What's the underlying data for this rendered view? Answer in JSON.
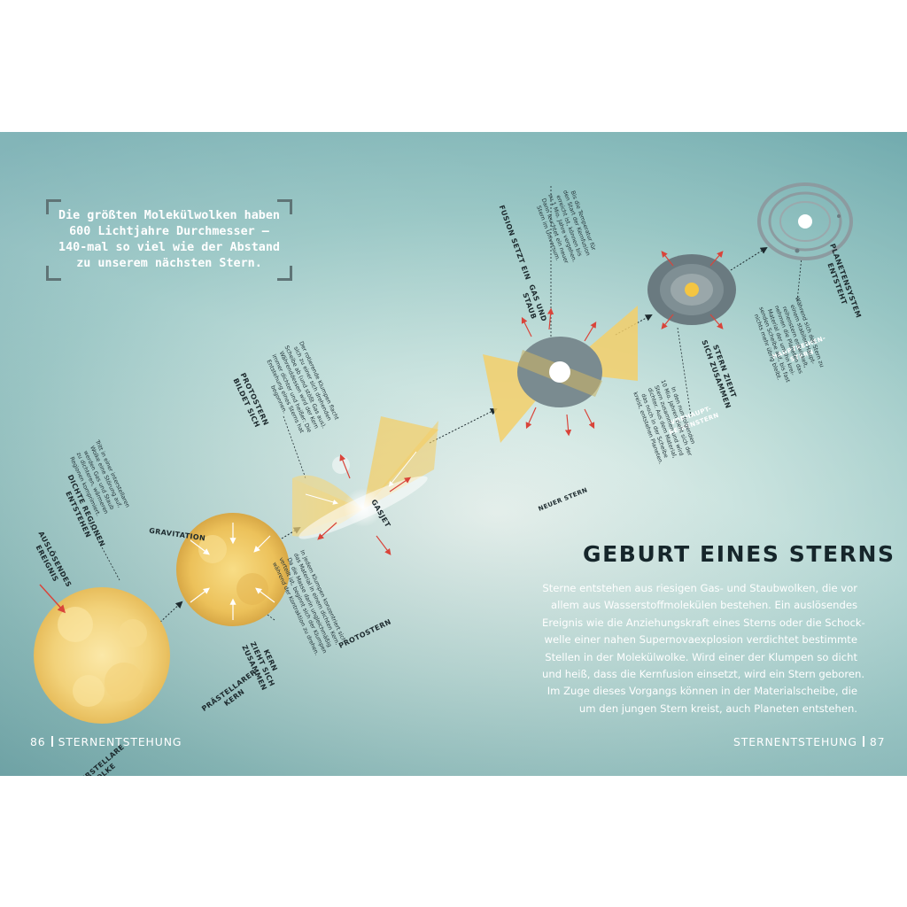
{
  "fact_box": "Die größten Molekülwolken haben\n600 Lichtjahre Durchmesser –\n140-mal so viel wie der Abstand\nzu unserem nächsten Stern.",
  "title": "GEBURT EINES STERNS",
  "body_lines": [
    "Sterne entstehen aus riesigen Gas- und Staubwolken, die vor",
    "allem aus Wasserstoffmolekülen bestehen. Ein auslösendes",
    "Ereignis wie die Anziehungskraft eines Sterns oder die Schock-",
    "welle einer nahen Supernovaexplosion verdichtet bestimmte",
    "Stellen in der Molekülwolke. Wird einer der Klumpen so dicht",
    "und heiß, dass die Kernfusion einsetzt, wird ein Stern geboren.",
    "Im Zuge dieses Vorgangs können in der Materialscheibe, die",
    "um den jungen Stern kreist, auch Planeten entstehen."
  ],
  "footer_left": {
    "page": "86",
    "section": "STERNENTSTEHUNG"
  },
  "footer_right": {
    "page": "87",
    "section": "STERNENTSTEHUNG"
  },
  "stage_labels": {
    "interstellare_wolke": "INTERSTELLARE\nWOLKE",
    "praestellarer_kern": "PRÄSTELLARER\nKERN",
    "protostern": "PROTOSTERN",
    "neuer_stern": "NEUER STERN",
    "vorhaupt": "VORHAUPT-\nREIHENSTERN",
    "hauptreihe": "HAUPTREIHEN-\nSTERN"
  },
  "callouts": {
    "ausloesendes": "AUSLÖSENDES\nEREIGNIS",
    "dichte_regionen": "DICHTE REGIONEN\nENTSTEHEN",
    "gravitation": "GRAVITATION",
    "kern_zieht": "KERN\nZIEHT SICH\nZUSAMMEN",
    "protostern_bildet": "PROTOSTERN\nBILDET SICH",
    "gasjet": "GASJET",
    "gas_und_staub": "GAS UND\nSTAUB",
    "fusion": "FUSION SETZT EIN",
    "stern_zieht": "STERN ZIEHT\nSICH ZUSAMMEN",
    "planetensystem": "PLANETENSYSTEM\nENTSTEHT"
  },
  "notes": {
    "dichte": "Tritt in einer interstellaren\nWolke eine Störung auf,\nwerden Gas und Staub\nzu dichteren, wärmeren\nRegionen komprimiert.",
    "kern": "In jedem Klumpen konzentriert sich\ndas Material in einem dichten Kern.\nDa die Masse darin ungleichmäßig\nverteilt ist, beginnt sich der Klumpen\nwährend der Kontraktion zu drehen.",
    "protostern": "Der rotierende Klumpen flacht\nsich zu einer sich drehenden\nScheibe ab (und stößt Gas aus).\nWährenddessen wird der Kern\nimmer dichter und heißer: Die\nEntstehung eines Sterns hat\nbegonnen.",
    "fusion": "Bis die Temperatur für\nden Start der Kernfusion\nerreicht ist, können bis\nzu 1 Mio. Jahre vergehen.\nDann leuchtet ein neuer\nStern im Universum.",
    "stern_zieht": "In den nun folgenden\n10 Mio. Jahren zieht sich der\nStern zusammen und wird\ndichter. Aus dem Material,\ndas noch in der Scheibe\nkreist, entstehen Planeten.",
    "planeten": "Während sich der Stern zu\neinem stabilen Haupt-\nreihenstern entwickelt,\nnehmen die Planeten das\nMaterial der um ihn krei-\nsenden Scheibe auf, bis fast\nnichts mehr übrig bleibt."
  },
  "colors": {
    "teal_dark": "#6fa9ad",
    "teal_light": "#e6f1ec",
    "yellow": "#f2d27a",
    "gray_disk": "#7a8b90",
    "red_arrow": "#d9443a",
    "text_dark": "#16262b"
  }
}
